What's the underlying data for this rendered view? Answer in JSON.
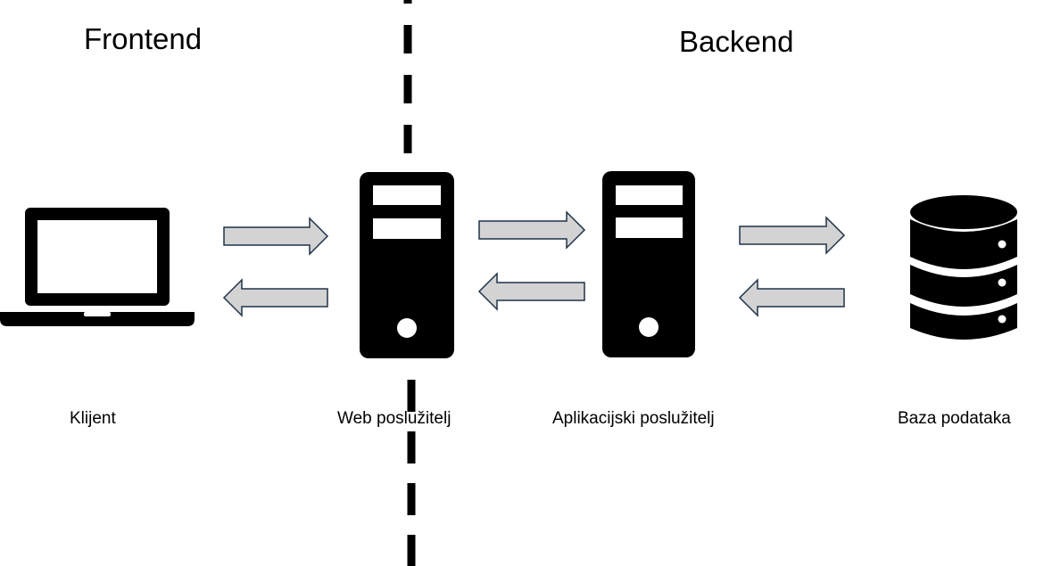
{
  "sections": {
    "frontend": "Frontend",
    "backend": "Backend"
  },
  "nodes": [
    {
      "id": "client",
      "label": "Klijent",
      "icon": "laptop-icon"
    },
    {
      "id": "web",
      "label": "Web poslužitelj",
      "icon": "server-icon"
    },
    {
      "id": "app",
      "label": "Aplikacijski poslužitelj",
      "icon": "server-icon"
    },
    {
      "id": "db",
      "label": "Baza podataka",
      "icon": "database-icon"
    }
  ],
  "colors": {
    "icon": "#000000",
    "arrow_fill": "#d3d3d3",
    "arrow_stroke": "#1f3347",
    "divider": "#000000"
  }
}
